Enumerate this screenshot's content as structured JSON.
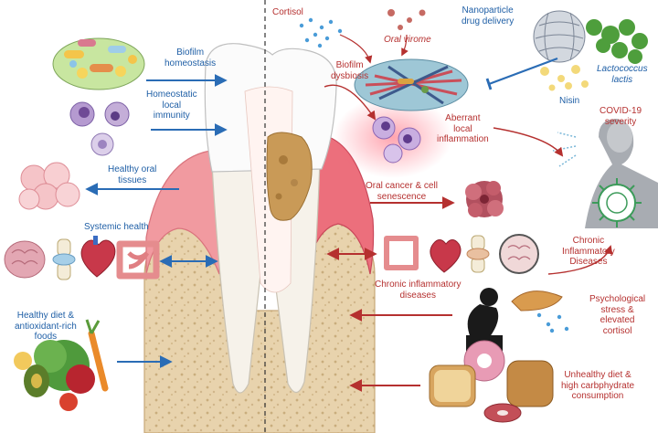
{
  "colors": {
    "healthy_blue": "#2a6cb5",
    "disease_red": "#b5302f",
    "gum_pink": "#ee7f86",
    "bone_tan": "#e8d3ad",
    "enamel_white": "#fbfbfb"
  },
  "left_labels": {
    "biofilm_homeostasis": [
      "Biofilm",
      "homeostasis"
    ],
    "homeostatic_immunity": [
      "Homeostatic",
      "local",
      "immunity"
    ],
    "healthy_oral_tissues": [
      "Healthy oral",
      "tissues"
    ],
    "systemic_health": "Systemic health",
    "healthy_diet": [
      "Healthy diet &",
      "antioxidant-rich",
      "foods"
    ]
  },
  "right_labels": {
    "cortisol": "Cortisol",
    "oral_virome": "Oral virome",
    "nanoparticle": [
      "Nanoparticle",
      "drug delivery"
    ],
    "nisin": "Nisin",
    "lactococcus": [
      "Lactococcus",
      "lactis"
    ],
    "biofilm_dysbiosis": [
      "Biofilm",
      "dysbiosis"
    ],
    "aberrant_inflammation": [
      "Aberrant",
      "local",
      "inflammation"
    ],
    "covid": [
      "COVID-19",
      "severity"
    ],
    "oral_cancer": [
      "Oral cancer & cell",
      "senescence"
    ],
    "chronic_inflammatory_diseases_bottom": [
      "Chronic inflammatory",
      "diseases"
    ],
    "chronic_inflammatory_diseases_right": [
      "Chronic",
      "Inflammatory",
      "Diseases"
    ],
    "psych_stress": [
      "Psychological",
      "stress &",
      "elevated",
      "cortisol"
    ],
    "unhealthy_diet": [
      "Unhealthy diet &",
      "high carbphydrate",
      "consumption"
    ]
  },
  "icons": [
    "immune-cells-icon",
    "biofilm-bacteria-icon",
    "epithelial-tissue-icon",
    "brain-icon",
    "knee-joint-icon",
    "heart-icon",
    "intestine-icon",
    "vegetables-icon",
    "virus-icon",
    "cancer-cell-icon",
    "stressed-person-icon",
    "donut-icon",
    "bread-icon",
    "nanoparticle-sphere-icon",
    "sick-person-icon"
  ]
}
